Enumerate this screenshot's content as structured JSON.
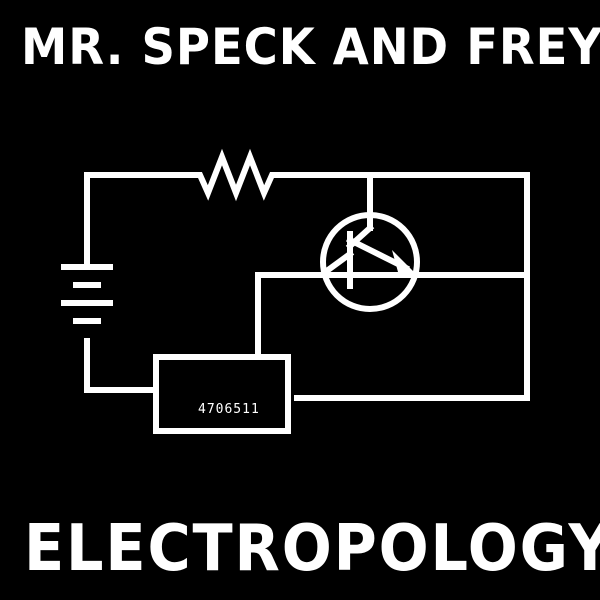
{
  "cover": {
    "artist": "MR. SPECK AND FREY",
    "album": "ELECTROPOLOGY",
    "chip_label": "4706511",
    "colors": {
      "background": "#000000",
      "foreground": "#ffffff"
    }
  }
}
